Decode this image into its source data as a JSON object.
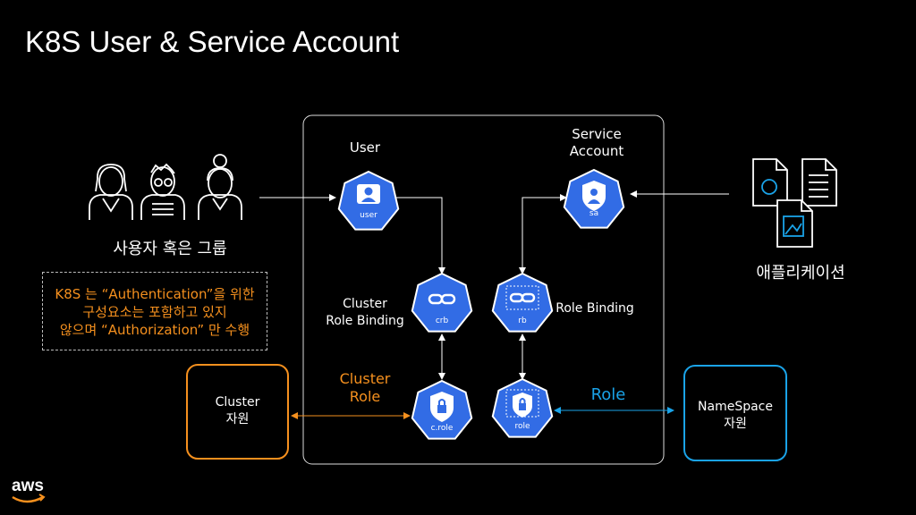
{
  "title": "K8S User & Service Account",
  "labels": {
    "user": "User",
    "service_account_1": "Service",
    "service_account_2": "Account",
    "users_group": "사용자 혹은 그룹",
    "application": "애플리케이션",
    "crb_1": "Cluster",
    "crb_2": "Role Binding",
    "role_binding": "Role Binding",
    "cluster_role_1": "Cluster",
    "cluster_role_2": "Role",
    "role": "Role",
    "cluster_res_1": "Cluster",
    "cluster_res_2": "자원",
    "ns_res_1": "NameSpace",
    "ns_res_2": "자원"
  },
  "icons": {
    "user": "user",
    "sa": "sa",
    "crb": "crb",
    "rb": "rb",
    "crole": "c.role",
    "role": "role"
  },
  "note": {
    "line1": "K8S 는 “Authentication”을 위한",
    "line2": "구성요소는 포함하고 있지",
    "line3": "않으며 “Authorization” 만 수행"
  },
  "brand": "aws",
  "colors": {
    "k8s_blue": "#326ce5",
    "orange": "#f5901e",
    "cyan": "#1aa3e8"
  }
}
